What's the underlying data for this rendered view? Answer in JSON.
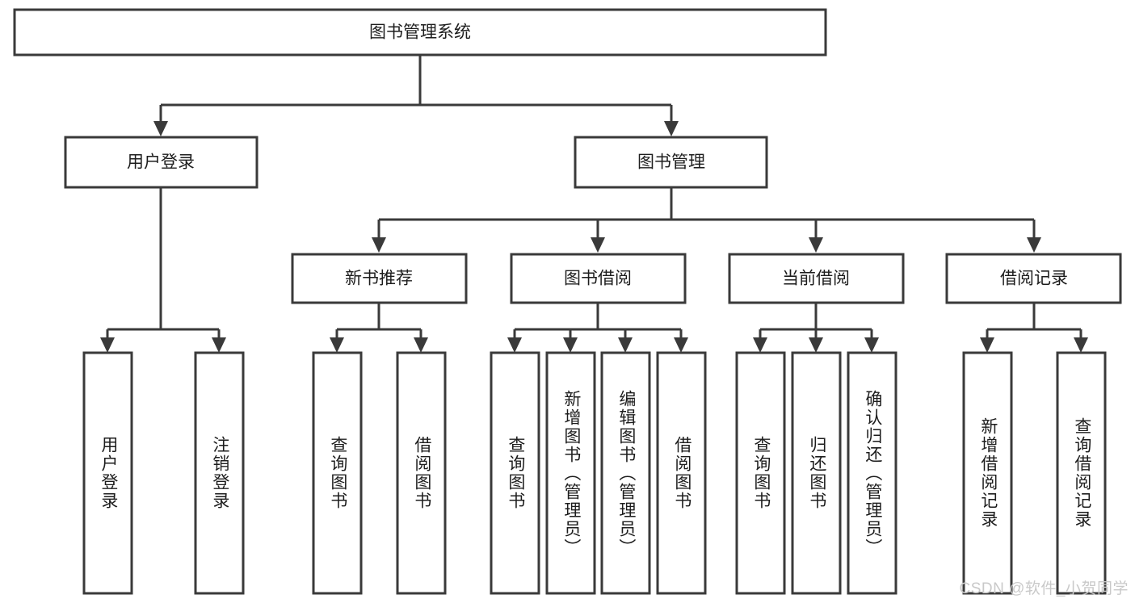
{
  "diagram": {
    "type": "tree-hierarchy",
    "title": "图书管理系统",
    "watermark": "CSDN @软件_小贺同学",
    "colors": {
      "box_stroke": "#3a3a3a",
      "box_fill": "#ffffff",
      "text": "#1d1d1d",
      "background": "#ffffff",
      "watermark": "#c9c9c9"
    },
    "root": {
      "label": "图书管理系统",
      "orientation": "horizontal"
    },
    "level2": [
      {
        "label": "用户登录",
        "orientation": "horizontal"
      },
      {
        "label": "图书管理",
        "orientation": "horizontal"
      }
    ],
    "level3": [
      {
        "label": "新书推荐",
        "orientation": "horizontal"
      },
      {
        "label": "图书借阅",
        "orientation": "horizontal"
      },
      {
        "label": "当前借阅",
        "orientation": "horizontal"
      },
      {
        "label": "借阅记录",
        "orientation": "horizontal"
      }
    ],
    "leaves": {
      "user_login": [
        {
          "label": "用户登录",
          "orientation": "vertical"
        },
        {
          "label": "注销登录",
          "orientation": "vertical"
        }
      ],
      "new_book_recommend": [
        {
          "label": "查询图书",
          "orientation": "vertical"
        },
        {
          "label": "借阅图书",
          "orientation": "vertical"
        }
      ],
      "book_borrow": [
        {
          "label": "查询图书",
          "orientation": "vertical"
        },
        {
          "label": "新增图书（管理员）",
          "orientation": "vertical"
        },
        {
          "label": "编辑图书（管理员）",
          "orientation": "vertical"
        },
        {
          "label": "借阅图书",
          "orientation": "vertical"
        }
      ],
      "current_borrow": [
        {
          "label": "查询图书",
          "orientation": "vertical"
        },
        {
          "label": "归还图书",
          "orientation": "vertical"
        },
        {
          "label": "确认归还（管理员）",
          "orientation": "vertical"
        }
      ],
      "borrow_record": [
        {
          "label": "新增借阅记录",
          "orientation": "vertical"
        },
        {
          "label": "查询借阅记录",
          "orientation": "vertical"
        }
      ]
    }
  }
}
